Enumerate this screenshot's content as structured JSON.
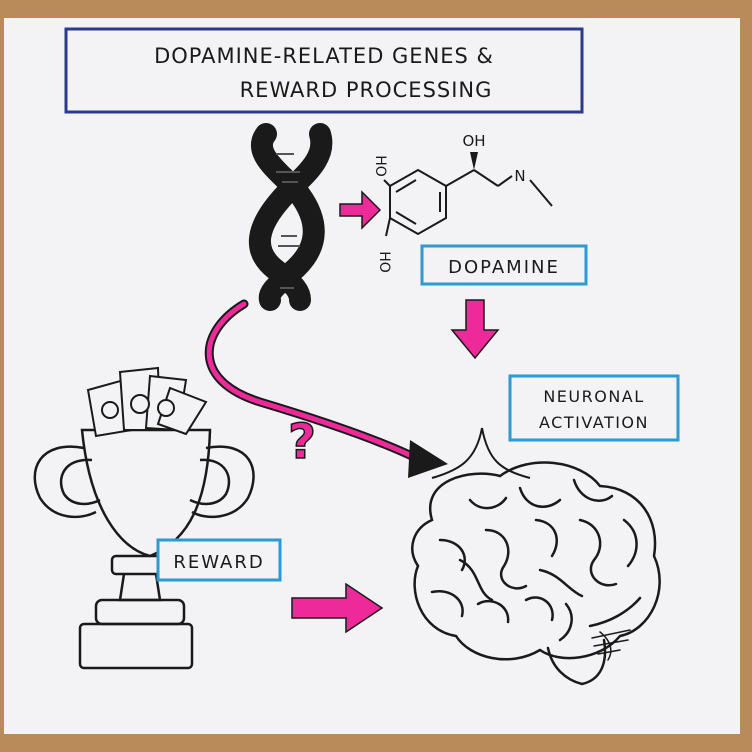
{
  "title": {
    "line1": "DOPAMINE-RELATED GENES &",
    "line2": "REWARD PROCESSING"
  },
  "labels": {
    "dopamine": "DOPAMINE",
    "neuronal_line1": "NEURONAL",
    "neuronal_line2": "ACTIVATION",
    "reward": "REWARD",
    "question": "?"
  },
  "molecule": {
    "oh_top": "OH",
    "n_atom": "N",
    "ho_upper": "HO",
    "ho_lower": "HO"
  },
  "colors": {
    "paper": "#f3f3f5",
    "ink": "#1a1a1a",
    "box_title": "#2b3a8c",
    "box_label": "#2a9bd6",
    "magenta": "#ee2a9b",
    "wood": "#b98a5a"
  },
  "icons": [
    "dna-icon",
    "trophy-icon",
    "money-icon",
    "brain-icon",
    "arrow-icon"
  ]
}
